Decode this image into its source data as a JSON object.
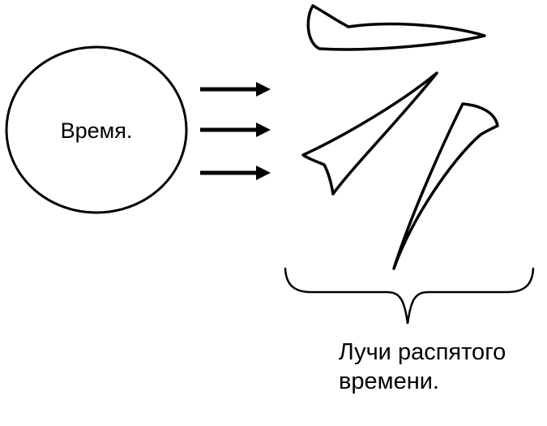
{
  "diagram": {
    "title": "Time rays diagram",
    "circle_label": "Время.",
    "caption_line1": "Лучи распятого",
    "caption_line2": "времени.",
    "arrow_count": 3,
    "ray_count": 3
  },
  "colors": {
    "stroke": "#000000",
    "background": "#ffffff"
  }
}
